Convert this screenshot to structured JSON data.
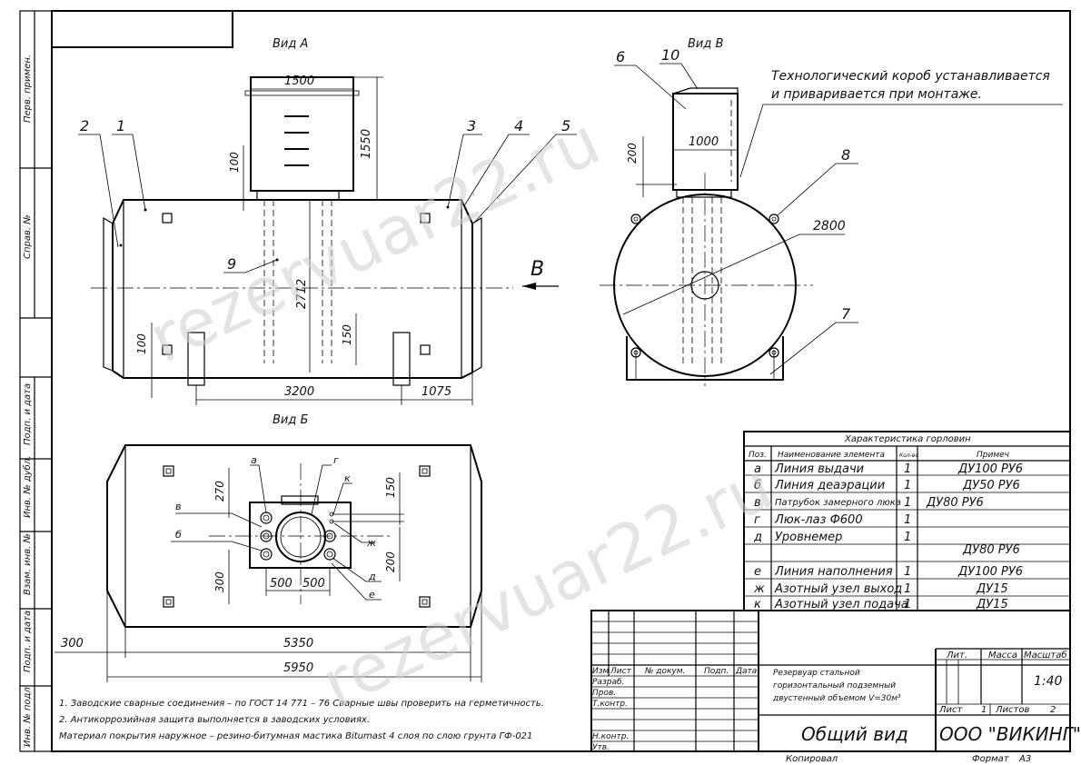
{
  "side_labels": [
    "Перв. примен.",
    "Справ. №",
    "Подп. и дата",
    "Инв. № дубл.",
    "Взам. инв. №",
    "Подп. и дата",
    "Инв. № подл."
  ],
  "view_a": {
    "title": "Вид А",
    "dims": {
      "w1500": "1500",
      "h1550": "1550",
      "d100_top": "100",
      "h2712": "2712",
      "d100_bot": "100",
      "d150": "150",
      "w3200": "3200",
      "w1075": "1075"
    },
    "callouts": [
      "2",
      "1",
      "3",
      "4",
      "5",
      "9"
    ],
    "arrow_label": "В"
  },
  "view_v": {
    "title": "Вид В",
    "callouts": [
      "6",
      "10",
      "8",
      "7"
    ],
    "dims": {
      "w1000": "1000",
      "h200": "200",
      "d2800": "2800"
    },
    "note_line1": "Технологический короб устанавливается",
    "note_line2": "и приваривается при монтаже."
  },
  "view_b": {
    "title": "Вид Б",
    "letters": [
      "а",
      "в",
      "б",
      "г",
      "к",
      "ж",
      "д",
      "е"
    ],
    "dims": {
      "d270": "270",
      "d150": "150",
      "d300": "300",
      "d200": "200",
      "d500a": "500",
      "d500b": "500",
      "w300": "300",
      "w5350": "5350",
      "w5950": "5950"
    }
  },
  "notes": [
    "1. Заводские сварные соединения – по ГОСТ 14 771 – 76 Сварные швы проверить на герметичность.",
    "2. Антикоррозийная защита выполняется в заводских условиях.",
    "Материал покрытия наружное – резино-битумная мастика Bitumast 4 слоя по слою грунта ГФ-021"
  ],
  "spec_table": {
    "title": "Характеристика горловин",
    "headers": [
      "Поз.",
      "Наименование элемента",
      "Кол-во",
      "Примеч"
    ],
    "rows": [
      [
        "а",
        "Линия выдачи",
        "1",
        "ДУ100 РУ6"
      ],
      [
        "б",
        "Линия деаэрации",
        "1",
        "ДУ50 РУ6"
      ],
      [
        "в",
        "Патрубок замерного люка",
        "1",
        "ДУ80 РУ6"
      ],
      [
        "г",
        "Люк-лаз Ф600",
        "1",
        ""
      ],
      [
        "д",
        "Уровнемер",
        "1",
        "ДУ80 РУ6"
      ],
      [
        "е",
        "Линия наполнения",
        "1",
        "ДУ100 РУ6"
      ],
      [
        "ж",
        "Азотный узел выход",
        "1",
        "ДУ15"
      ],
      [
        "к",
        "Азотный узел подача",
        "1",
        "ДУ15"
      ]
    ]
  },
  "title_block": {
    "col_heads": [
      "Изм",
      "Лист",
      "№ докум.",
      "Подп.",
      "Дата"
    ],
    "roles": [
      "Разраб.",
      "Пров.",
      "Т.контр.",
      "",
      "Н.контр.",
      "Утв."
    ],
    "product_line1": "Резервуар стальной",
    "product_line2": "горизонтальный подземный",
    "product_line3": "двустенный объемом V=30м³",
    "doc_title": "Общий вид",
    "lit_label": "Лит.",
    "mass_label": "Масса",
    "scale_label": "Масштаб",
    "scale_value": "1:40",
    "sheet_label": "Лист",
    "sheet_value": "1",
    "sheets_label": "Листов",
    "sheets_value": "2",
    "company": "ООО \"ВИКИНГ\"",
    "copied": "Копировал",
    "format_label": "Формат",
    "format_value": "А3"
  },
  "watermark": "rezervuar22.ru"
}
